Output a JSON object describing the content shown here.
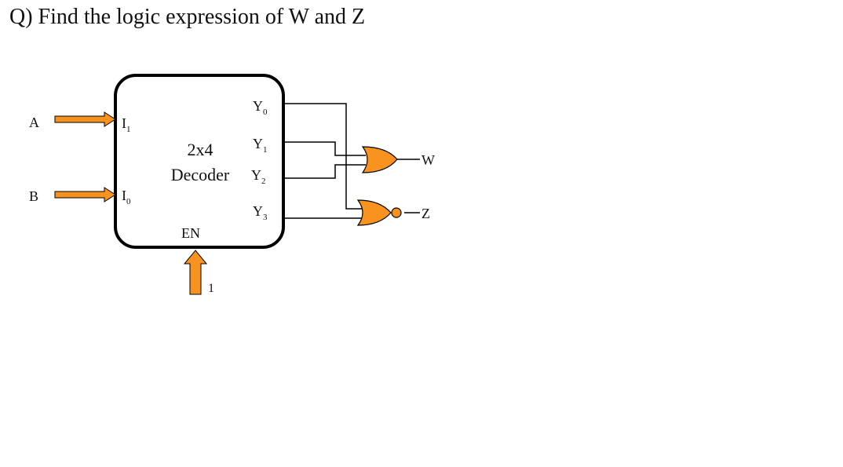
{
  "question": "Q) Find the logic expression of W and Z",
  "decoder": {
    "name_line1": "2x4",
    "name_line2": "Decoder",
    "enable_label": "EN",
    "input_labels": [
      {
        "letter": "I",
        "sub": "1"
      },
      {
        "letter": "I",
        "sub": "0"
      }
    ],
    "output_labels": [
      {
        "letter": "Y",
        "sub": "0"
      },
      {
        "letter": "Y",
        "sub": "1"
      },
      {
        "letter": "Y",
        "sub": "2"
      },
      {
        "letter": "Y",
        "sub": "3"
      }
    ]
  },
  "inputs": {
    "a": "A",
    "b": "B",
    "enable_value": "1"
  },
  "outputs": {
    "w": "W",
    "z": "Z"
  },
  "colors": {
    "arrow_fill": "#F7931E",
    "gate_fill": "#F7931E",
    "stroke": "#000000"
  }
}
